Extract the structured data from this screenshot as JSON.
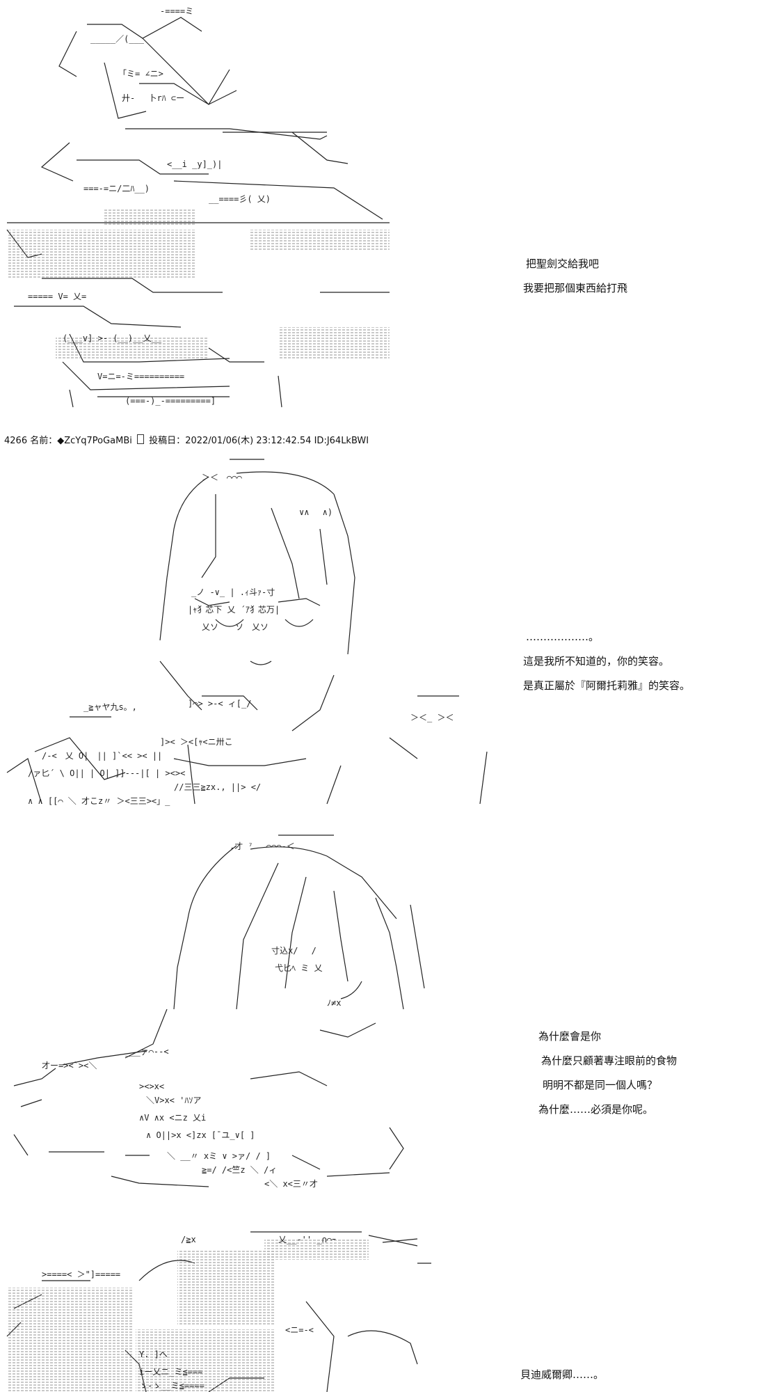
{
  "post_header": {
    "number": "4266",
    "name_label": "名前：",
    "trip": "◆ZcYq7PoGaMBi",
    "date_label": "投稿日：",
    "date": "2022/01/06(木) 23:12:42.54",
    "id": "ID:J64LkBWI"
  },
  "panels": [
    {
      "lines": [
        "把聖劍交給我吧",
        "我要把那個東西給打飛"
      ]
    },
    {
      "lines": [
        "………………。",
        "這是我所不知道的，你的笑容。",
        "是真正屬於『阿爾托莉雅』的笑容。"
      ]
    },
    {
      "lines": [
        "為什麼會是你",
        "為什麼只顧著專注眼前的食物",
        "明明不都是同一個人嗎？",
        "為什麼……必須是你呢。"
      ]
    },
    {
      "lines": [
        "貝迪威爾卿……。"
      ]
    }
  ]
}
